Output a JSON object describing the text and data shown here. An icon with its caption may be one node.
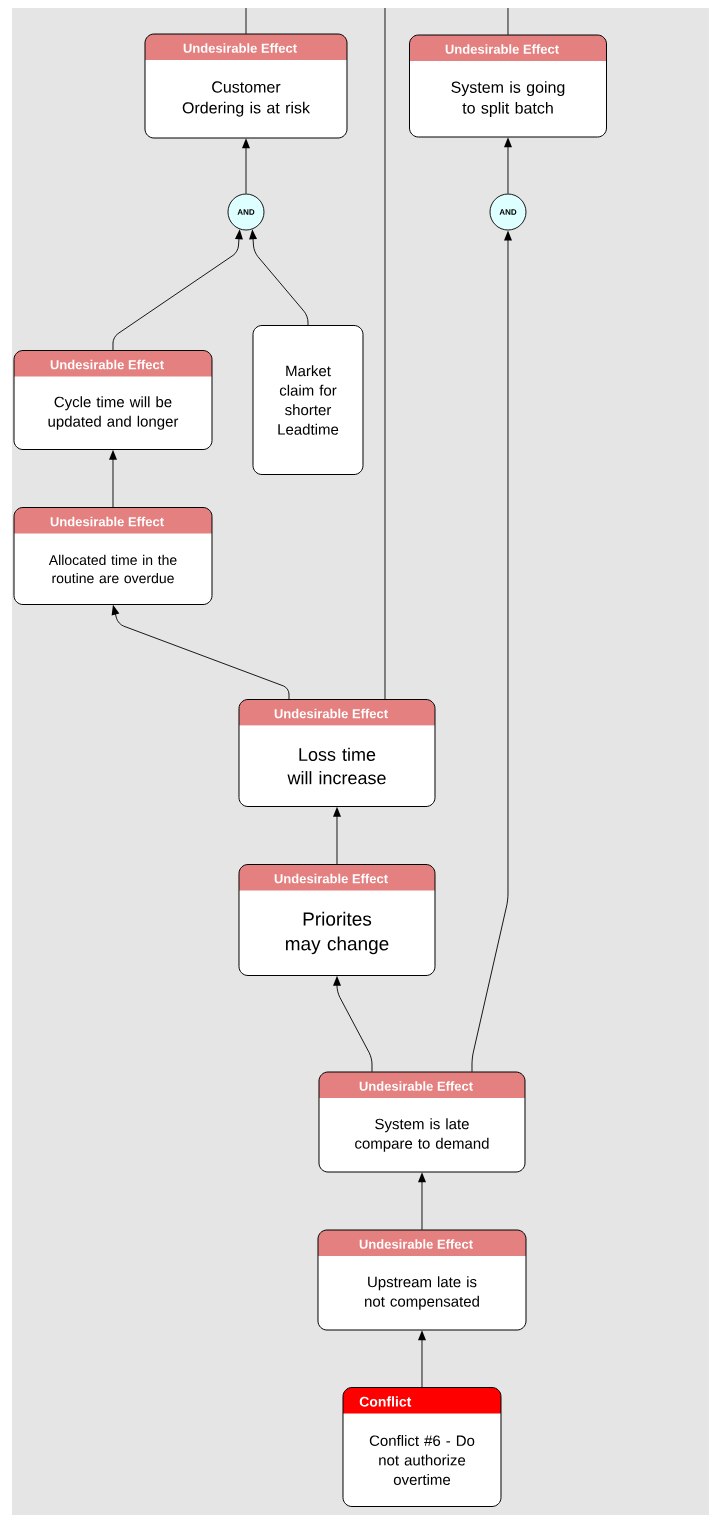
{
  "diagram": {
    "nodes": [
      {
        "text": [
          "Undesirable Effect",
          "Customer Ordering is at risk"
        ]
      },
      {
        "text": [
          "Undesirable Effect",
          "System is going to split batch"
        ]
      },
      {
        "text": [
          "AND"
        ]
      },
      {
        "text": [
          "AND"
        ]
      },
      {
        "text": [
          "Undesirable Effect",
          "Cycle time will be updated and longer"
        ]
      },
      {
        "text": [
          "Market claim for shorter Leadtime"
        ]
      },
      {
        "text": [
          "Undesirable Effect",
          "Allocated time in the routine are overdue"
        ]
      },
      {
        "text": [
          "Undesirable Effect",
          "Loss time will increase"
        ]
      },
      {
        "text": [
          "Undesirable Effect",
          "Priorites may change"
        ]
      },
      {
        "text": [
          "Undesirable Effect",
          "System is late compare to demand"
        ]
      },
      {
        "text": [
          "Undesirable Effect",
          "Upstream late is not compensated"
        ]
      },
      {
        "text": [
          "Conflict",
          "Conflict #6 - Do not authorize overtime"
        ]
      }
    ],
    "edges": [
      {
        "from": 2,
        "to": 0,
        "arrow": "to"
      },
      {
        "from": 4,
        "to": 2,
        "arrow": "to"
      },
      {
        "from": 5,
        "to": 2,
        "arrow": "to"
      },
      {
        "from": 3,
        "to": 1,
        "arrow": "to"
      },
      {
        "from": 6,
        "to": 4,
        "arrow": "to"
      },
      {
        "from": 7,
        "to": 6,
        "arrow": "to"
      },
      {
        "from": 8,
        "to": 7,
        "arrow": "to"
      },
      {
        "from": 9,
        "to": 8,
        "arrow": "to"
      },
      {
        "from": 9,
        "to": 3,
        "arrow": "to"
      },
      {
        "from": 10,
        "to": 9,
        "arrow": "to"
      },
      {
        "from": 11,
        "to": 10,
        "arrow": "to"
      },
      {
        "from": 0,
        "to": null,
        "arrow": "none"
      },
      {
        "from": 1,
        "to": null,
        "arrow": "none"
      },
      {
        "from": 7,
        "to": null,
        "arrow": "none"
      }
    ]
  }
}
